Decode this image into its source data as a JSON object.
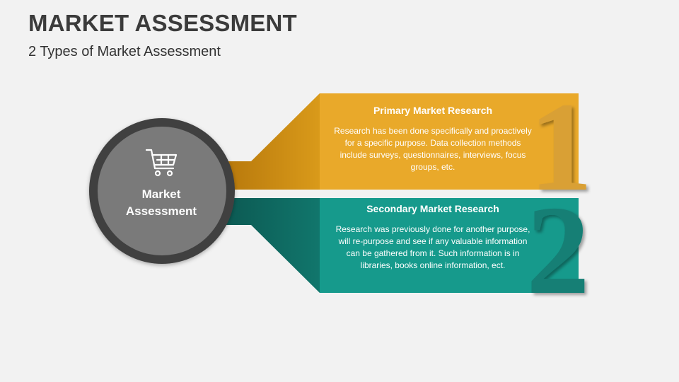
{
  "header": {
    "title": "MARKET ASSESSMENT",
    "subtitle": "2 Types of Market Assessment"
  },
  "center": {
    "label_line1": "Market",
    "label_line2": "Assessment",
    "icon": "shopping-cart-icon"
  },
  "items": [
    {
      "number": "1",
      "heading": "Primary Market Research",
      "body": "Research has been done specifically and proactively for a specific  purpose. Data collection methods include surveys, questionnaires, interviews, focus groups, etc.",
      "color": "#e9a92a",
      "dark_color": "#c98a12"
    },
    {
      "number": "2",
      "heading": "Secondary Market Research",
      "body": "Research was previously done for another purpose, will re-purpose and see if any valuable information can be gathered from it. Such information is in libraries, books online information, ect.",
      "color": "#169a8c",
      "dark_color": "#0f6f66"
    }
  ],
  "colors": {
    "background": "#f2f2f2",
    "circle_outer": "#404040",
    "circle_inner": "#7a7a7a"
  }
}
